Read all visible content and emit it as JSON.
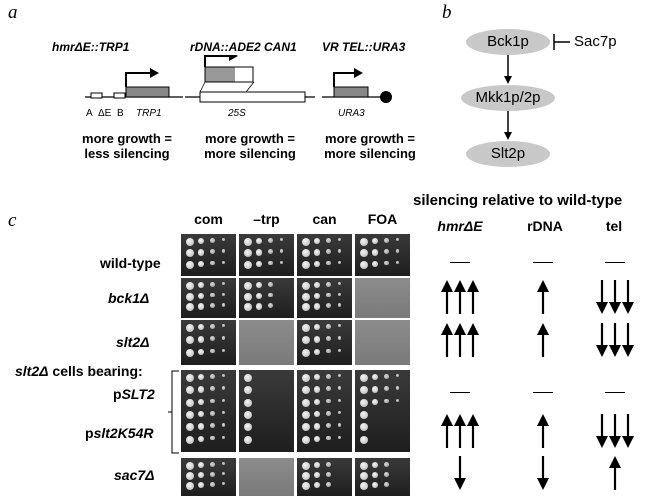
{
  "panel_a": {
    "letter": "a",
    "constructs": [
      {
        "name_prefix": "hmr",
        "name_delta": "ΔE",
        "name_suffix": "::TRP1",
        "sub_labels": [
          "A",
          "ΔE",
          "B"
        ],
        "gene_label": "TRP1",
        "caption": [
          "more growth =",
          "less silencing"
        ]
      },
      {
        "name": "rDNA::ADE2 CAN1",
        "gene_label": "25S",
        "caption": [
          "more growth =",
          "more silencing"
        ]
      },
      {
        "name": "VR TEL::URA3",
        "gene_label": "URA3",
        "caption": [
          "more growth =",
          "more silencing"
        ]
      }
    ]
  },
  "panel_b": {
    "letter": "b",
    "nodes": [
      "Bck1p",
      "Mkk1p/2p",
      "Slt2p"
    ],
    "inhibitor": "Sac7p"
  },
  "panel_c": {
    "letter": "c",
    "plate_columns": [
      "com",
      "–trp",
      "can",
      "FOA"
    ],
    "silencing_title": "silencing relative to wild-type",
    "silencing_columns": [
      {
        "prefix": "hmr",
        "suffix": "ΔE",
        "italic": true
      },
      {
        "label": "rDNA",
        "italic": false
      },
      {
        "label": "tel",
        "italic": false
      }
    ],
    "group_label": {
      "prefix": "slt2Δ",
      "suffix": " cells bearing:"
    },
    "rows": [
      {
        "label_parts": [
          "wild-type"
        ],
        "italic_parts": [
          false
        ],
        "hmr": "none",
        "rdna": "none",
        "tel": "none"
      },
      {
        "label_parts": [
          "bck1Δ"
        ],
        "italic_parts": [
          true
        ],
        "hmr": "up3",
        "rdna": "up1",
        "tel": "down3"
      },
      {
        "label_parts": [
          "slt2Δ"
        ],
        "italic_parts": [
          true
        ],
        "hmr": "up3",
        "rdna": "up1",
        "tel": "down3"
      },
      {
        "label_parts": [
          "p",
          "SLT2"
        ],
        "italic_parts": [
          false,
          true
        ],
        "hmr": "none",
        "rdna": "none",
        "tel": "none"
      },
      {
        "label_parts": [
          "p",
          "slt2K54R"
        ],
        "italic_parts": [
          false,
          true
        ],
        "hmr": "up3",
        "rdna": "up1",
        "tel": "down3"
      },
      {
        "label_parts": [
          "sac7Δ"
        ],
        "italic_parts": [
          true
        ],
        "hmr": "down1",
        "rdna": "down1",
        "tel": "up1"
      }
    ]
  }
}
